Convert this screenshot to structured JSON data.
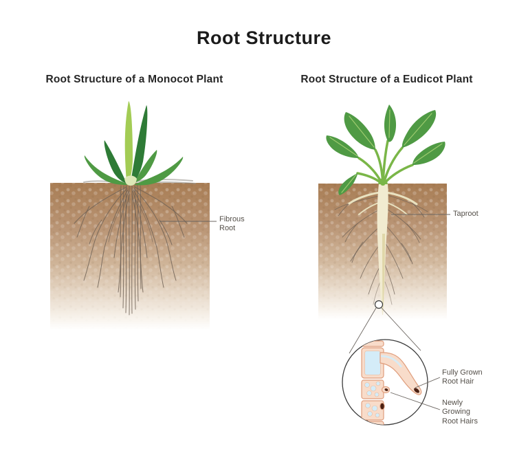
{
  "title": "Root Structure",
  "monocot": {
    "heading": "Root Structure of a Monocot Plant",
    "root_label": "Fibrous Root"
  },
  "eudicot": {
    "heading": "Root Structure of a Eudicot Plant",
    "taproot_label": "Taproot",
    "fully_grown_label": "Fully Grown Root Hair",
    "newly_growing_label": "Newly Growing Root Hairs"
  },
  "colors": {
    "title_text": "#1b1b1b",
    "heading_text": "#262626",
    "label_text": "#55504a",
    "leader_line": "#6b6560",
    "soil_top": "#a87d54",
    "soil_mid": "#c9ae92",
    "root_line": "#6e6156",
    "leaf_dark": "#2e7b36",
    "leaf_mid": "#4f9a44",
    "leaf_light": "#a3cc55",
    "stem_green": "#7ab648",
    "taproot_fill": "#f1ebd0",
    "taproot_shade": "#ddd3a2",
    "cell_fill": "#f8dcca",
    "cell_stroke": "#df9d7c",
    "cell_blue": "#d4ecf8",
    "dark_tip": "#4a2012",
    "circle_stroke": "#3a3a3a"
  }
}
